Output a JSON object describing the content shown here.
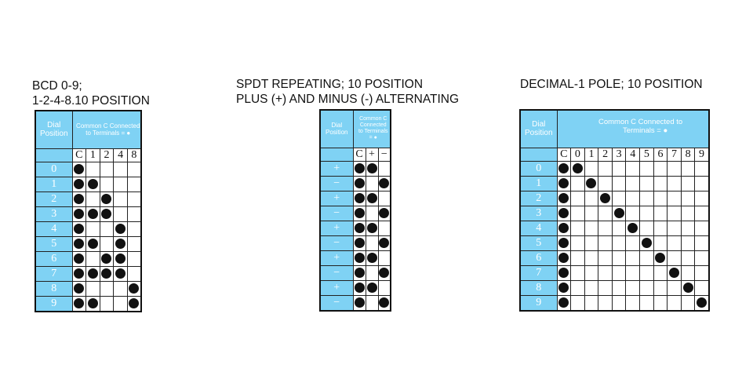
{
  "tables": [
    {
      "id": "bcd",
      "title_lines": [
        "BCD 0-9;",
        "1-2-4-8.10 POSITION"
      ],
      "dial_header": [
        "Dial",
        "Position"
      ],
      "common_header": [
        "Common C Connected",
        "to Terminals  =  ●"
      ],
      "columns": [
        "C",
        "1",
        "2",
        "4",
        "8"
      ],
      "rows": [
        {
          "pos": "0",
          "dots": [
            1,
            0,
            0,
            0,
            0
          ]
        },
        {
          "pos": "1",
          "dots": [
            1,
            1,
            0,
            0,
            0
          ]
        },
        {
          "pos": "2",
          "dots": [
            1,
            0,
            1,
            0,
            0
          ]
        },
        {
          "pos": "3",
          "dots": [
            1,
            1,
            1,
            0,
            0
          ]
        },
        {
          "pos": "4",
          "dots": [
            1,
            0,
            0,
            1,
            0
          ]
        },
        {
          "pos": "5",
          "dots": [
            1,
            1,
            0,
            1,
            0
          ]
        },
        {
          "pos": "6",
          "dots": [
            1,
            0,
            1,
            1,
            0
          ]
        },
        {
          "pos": "7",
          "dots": [
            1,
            1,
            1,
            1,
            0
          ]
        },
        {
          "pos": "8",
          "dots": [
            1,
            0,
            0,
            0,
            1
          ]
        },
        {
          "pos": "9",
          "dots": [
            1,
            1,
            0,
            0,
            1
          ]
        }
      ]
    },
    {
      "id": "spdt",
      "title_lines": [
        "SPDT REPEATING; 10 POSITION",
        "PLUS (+) AND MINUS (-) ALTERNATING"
      ],
      "dial_header": [
        "Dial",
        "Position"
      ],
      "common_header": [
        "Common C",
        "Connected",
        "to Terminals",
        "= ●"
      ],
      "columns": [
        "C",
        "+",
        "−"
      ],
      "rows": [
        {
          "pos": "+",
          "dots": [
            1,
            1,
            0
          ]
        },
        {
          "pos": "−",
          "dots": [
            1,
            0,
            1
          ]
        },
        {
          "pos": "+",
          "dots": [
            1,
            1,
            0
          ]
        },
        {
          "pos": "−",
          "dots": [
            1,
            0,
            1
          ]
        },
        {
          "pos": "+",
          "dots": [
            1,
            1,
            0
          ]
        },
        {
          "pos": "−",
          "dots": [
            1,
            0,
            1
          ]
        },
        {
          "pos": "+",
          "dots": [
            1,
            1,
            0
          ]
        },
        {
          "pos": "−",
          "dots": [
            1,
            0,
            1
          ]
        },
        {
          "pos": "+",
          "dots": [
            1,
            1,
            0
          ]
        },
        {
          "pos": "−",
          "dots": [
            1,
            0,
            1
          ]
        }
      ]
    },
    {
      "id": "decimal",
      "title_lines": [
        "DECIMAL-1 POLE; 10 POSITION"
      ],
      "dial_header": [
        "Dial",
        "Position"
      ],
      "common_header": [
        "Common C Connected to",
        "Terminals  =  ●"
      ],
      "columns": [
        "C",
        "0",
        "1",
        "2",
        "3",
        "4",
        "5",
        "6",
        "7",
        "8",
        "9"
      ],
      "rows": [
        {
          "pos": "0",
          "dots": [
            1,
            1,
            0,
            0,
            0,
            0,
            0,
            0,
            0,
            0,
            0
          ]
        },
        {
          "pos": "1",
          "dots": [
            1,
            0,
            1,
            0,
            0,
            0,
            0,
            0,
            0,
            0,
            0
          ]
        },
        {
          "pos": "2",
          "dots": [
            1,
            0,
            0,
            1,
            0,
            0,
            0,
            0,
            0,
            0,
            0
          ]
        },
        {
          "pos": "3",
          "dots": [
            1,
            0,
            0,
            0,
            1,
            0,
            0,
            0,
            0,
            0,
            0
          ]
        },
        {
          "pos": "4",
          "dots": [
            1,
            0,
            0,
            0,
            0,
            1,
            0,
            0,
            0,
            0,
            0
          ]
        },
        {
          "pos": "5",
          "dots": [
            1,
            0,
            0,
            0,
            0,
            0,
            1,
            0,
            0,
            0,
            0
          ]
        },
        {
          "pos": "6",
          "dots": [
            1,
            0,
            0,
            0,
            0,
            0,
            0,
            1,
            0,
            0,
            0
          ]
        },
        {
          "pos": "7",
          "dots": [
            1,
            0,
            0,
            0,
            0,
            0,
            0,
            0,
            1,
            0,
            0
          ]
        },
        {
          "pos": "8",
          "dots": [
            1,
            0,
            0,
            0,
            0,
            0,
            0,
            0,
            0,
            1,
            0
          ]
        },
        {
          "pos": "9",
          "dots": [
            1,
            0,
            0,
            0,
            0,
            0,
            0,
            0,
            0,
            0,
            1
          ]
        }
      ]
    }
  ],
  "colors": {
    "header_blue": "#7fd2f4",
    "dot": "#111111",
    "grid": "#222222"
  }
}
